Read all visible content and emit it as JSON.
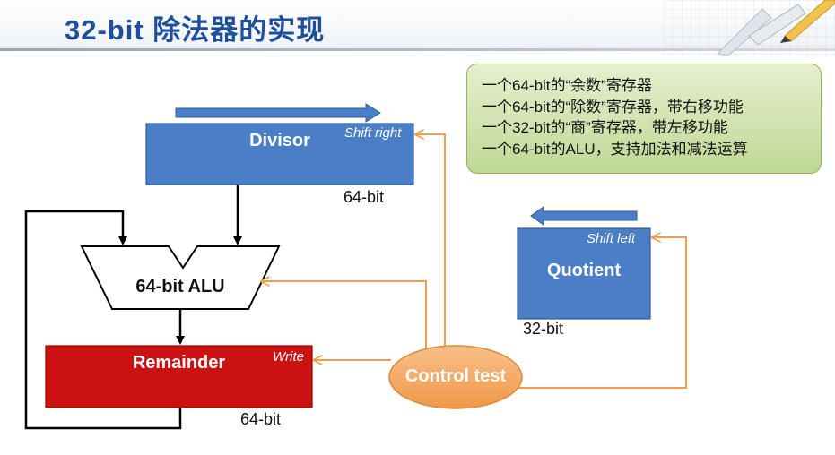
{
  "slide": {
    "title": "32-bit 除法器的实现"
  },
  "notes": [
    "一个64-bit的“余数”寄存器",
    "一个64-bit的“除数”寄存器，带右移功能",
    "一个32-bit的“商”寄存器，带左移功能",
    "一个64-bit的ALU，支持加法和减法运算"
  ],
  "divisor": {
    "label": "Divisor",
    "tag": "Shift right",
    "width_label": "64-bit"
  },
  "alu": {
    "label": "64-bit ALU"
  },
  "remainder": {
    "label": "Remainder",
    "tag": "Write",
    "width_label": "64-bit"
  },
  "quotient": {
    "label": "Quotient",
    "tag": "Shift left",
    "width_label": "32-bit"
  },
  "control": {
    "label": "Control test"
  },
  "colors": {
    "title": "#1f4e9a",
    "register_blue": "#4a7fc8",
    "register_blue_border": "#2f5d99",
    "remainder_red": "#cc1111",
    "control_orange": "#f4a75f",
    "control_line": "#f39c4f",
    "note_green": "#c7dca0",
    "black_wire": "#000000"
  }
}
